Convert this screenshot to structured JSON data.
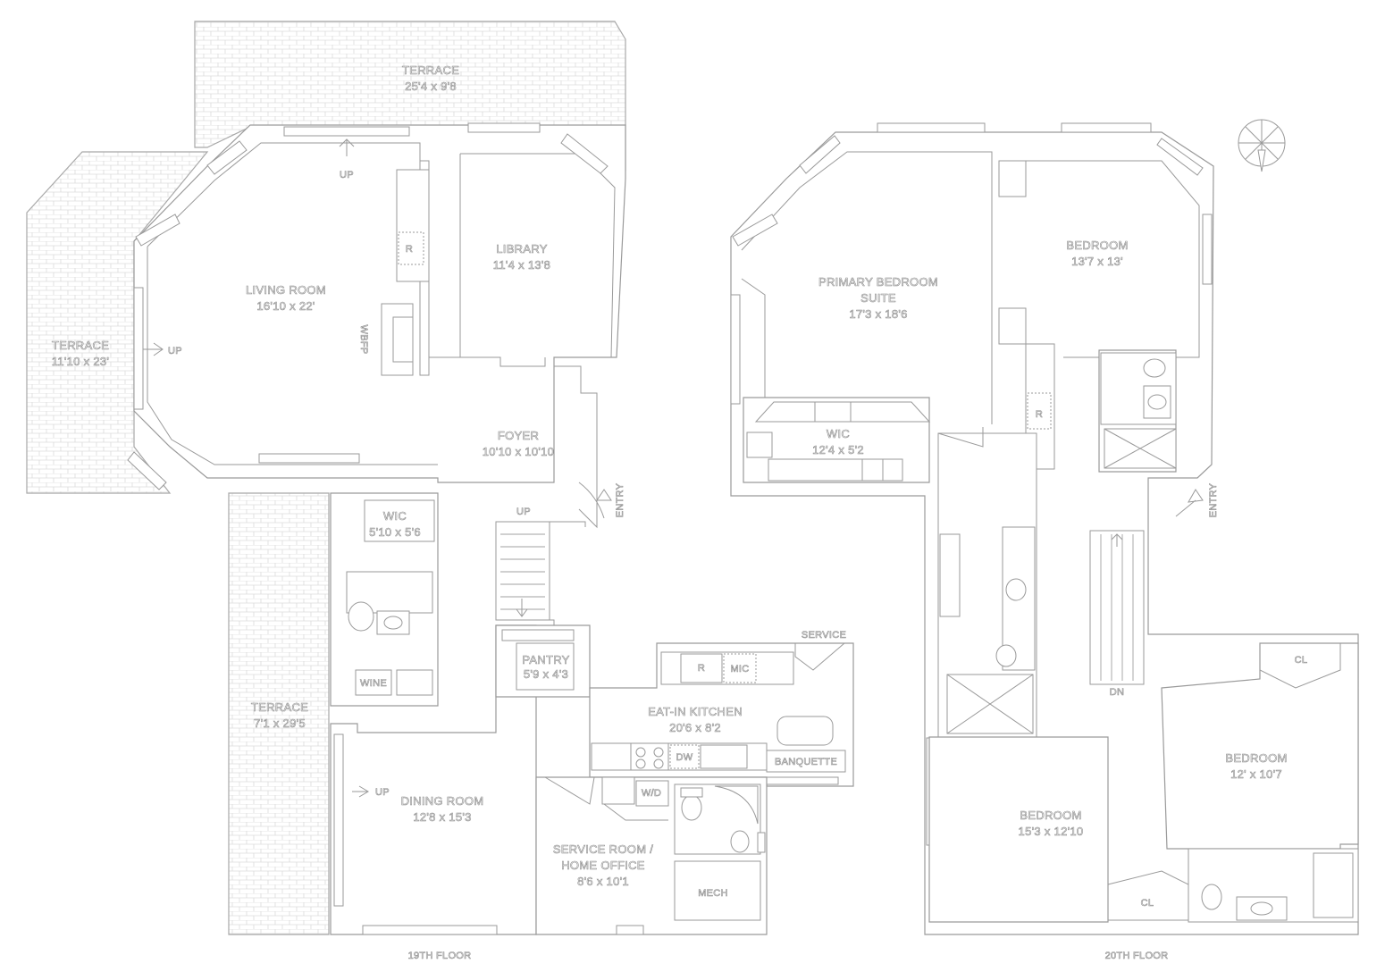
{
  "floors": {
    "nineteen": "19TH FLOOR",
    "twenty": "20TH FLOOR"
  },
  "rooms19": {
    "terrace_top": {
      "name": "TERRACE",
      "size": "25'4 x 9'8"
    },
    "terrace_left": {
      "name": "TERRACE",
      "size": "11'10 x 23'"
    },
    "terrace_long": {
      "name": "TERRACE",
      "size": "7'1 x 29'5"
    },
    "living": {
      "name": "LIVING ROOM",
      "size": "16'10 x 22'"
    },
    "library": {
      "name": "LIBRARY",
      "size": "11'4 x 13'8"
    },
    "foyer": {
      "name": "FOYER",
      "size": "10'10 x 10'10"
    },
    "wic": {
      "name": "WIC",
      "size": "5'10 x 5'6"
    },
    "pantry": {
      "name": "PANTRY",
      "size": "5'9 x 4'3"
    },
    "kitchen": {
      "name": "EAT-IN KITCHEN",
      "size": "20'6 x 8'2"
    },
    "dining": {
      "name": "DINING ROOM",
      "size": "12'8 x 15'3"
    },
    "service_line1": "SERVICE ROOM /",
    "service_line2": "HOME OFFICE",
    "service_size": "8'6 x 10'1"
  },
  "rooms20": {
    "primary_line1": "PRIMARY BEDROOM",
    "primary_line2": "SUITE",
    "primary_size": "17'3 x 18'6",
    "wic": {
      "name": "WIC",
      "size": "12'4 x 5'2"
    },
    "bed_ne": {
      "name": "BEDROOM",
      "size": "13'7 x 13'"
    },
    "bed_se": {
      "name": "BEDROOM",
      "size": "12' x 10'7"
    },
    "bed_s": {
      "name": "BEDROOM",
      "size": "15'3 x 12'10"
    }
  },
  "tags": {
    "up": "UP",
    "dn": "DN",
    "entry": "ENTRY",
    "service": "SERVICE",
    "refrigerator": "R",
    "microwave": "MIC",
    "dishwasher": "DW",
    "washer_dryer": "W/D",
    "banquette": "BANQUETTE",
    "wine": "WINE",
    "mech": "MECH",
    "closet": "CL",
    "fireplace": "WBFP"
  }
}
